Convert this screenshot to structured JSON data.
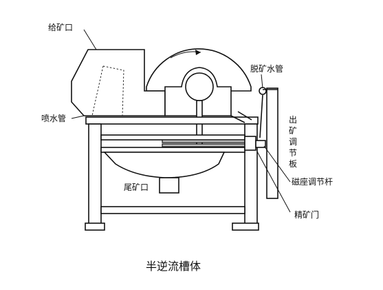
{
  "labels": {
    "feed_inlet": "给矿口",
    "spray_pipe": "喷水管",
    "demag_pipe": "脱矿水管",
    "discharge_plate": "出矿调节板",
    "magnet_seat_rod": "磁座调节杆",
    "concentrate_gate": "精矿门",
    "tailings_outlet": "尾矿口"
  },
  "caption": "半逆流槽体"
}
